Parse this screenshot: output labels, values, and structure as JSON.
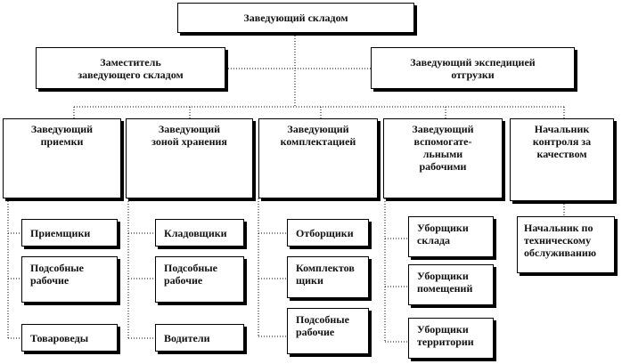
{
  "director": "Заведующий складом",
  "deputy": "Заместитель\nзаведующего складом",
  "expedition": "Заведующий экспедицией\nотгрузки",
  "receiving": {
    "head": "Заведующий\nприемки",
    "items": [
      "Приемщики",
      "Подсобные\nрабочие",
      "Товароведы"
    ]
  },
  "storage": {
    "head": "Заведующий\nзоной хранения",
    "items": [
      "Кладовщики",
      "Подсобные\nрабочие",
      "Водители"
    ]
  },
  "picking": {
    "head": "Заведующий\nкомплектацией",
    "items": [
      "Отборщики",
      "Комплектов\nщики",
      "Подсобные\nрабочие"
    ]
  },
  "auxiliary": {
    "head": "Заведующий\nвспомогате-\nльными\nрабочими",
    "items": [
      "Уборщики\nсклада",
      "Уборщики\nпомещений",
      "Уборщики\nтерритории"
    ]
  },
  "quality": {
    "head": "Начальник\nконтроля за\nкачеством",
    "items": [
      "Начальник по\nтехническому\nобслуживанию"
    ]
  }
}
